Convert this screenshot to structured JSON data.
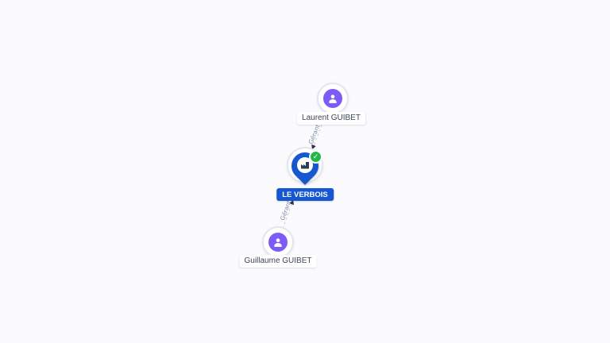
{
  "canvas": {
    "background": "#fbfbfd"
  },
  "graph": {
    "company": {
      "name": "LE VERBOIS",
      "pin_color": "#1457d0",
      "label_bg": "#1457d0",
      "label_text_color": "#ffffff",
      "status": {
        "icon": "check",
        "glyph": "✓",
        "color": "#21b84a"
      }
    },
    "persons": [
      {
        "name": "Laurent GUIBET",
        "icon_color": "#7d5bf6"
      },
      {
        "name": "Guillaume GUIBET",
        "icon_color": "#7d5bf6"
      }
    ],
    "edges": [
      {
        "label": "Gérant",
        "from": "Laurent GUIBET",
        "to": "LE VERBOIS"
      },
      {
        "label": "Gérant",
        "from": "Guillaume GUIBET",
        "to": "LE VERBOIS"
      }
    ],
    "edge_style": {
      "line_color": "#c8ccd6",
      "label_color": "#7b87a6",
      "arrow_color": "#2b3550",
      "dashed": true
    }
  }
}
